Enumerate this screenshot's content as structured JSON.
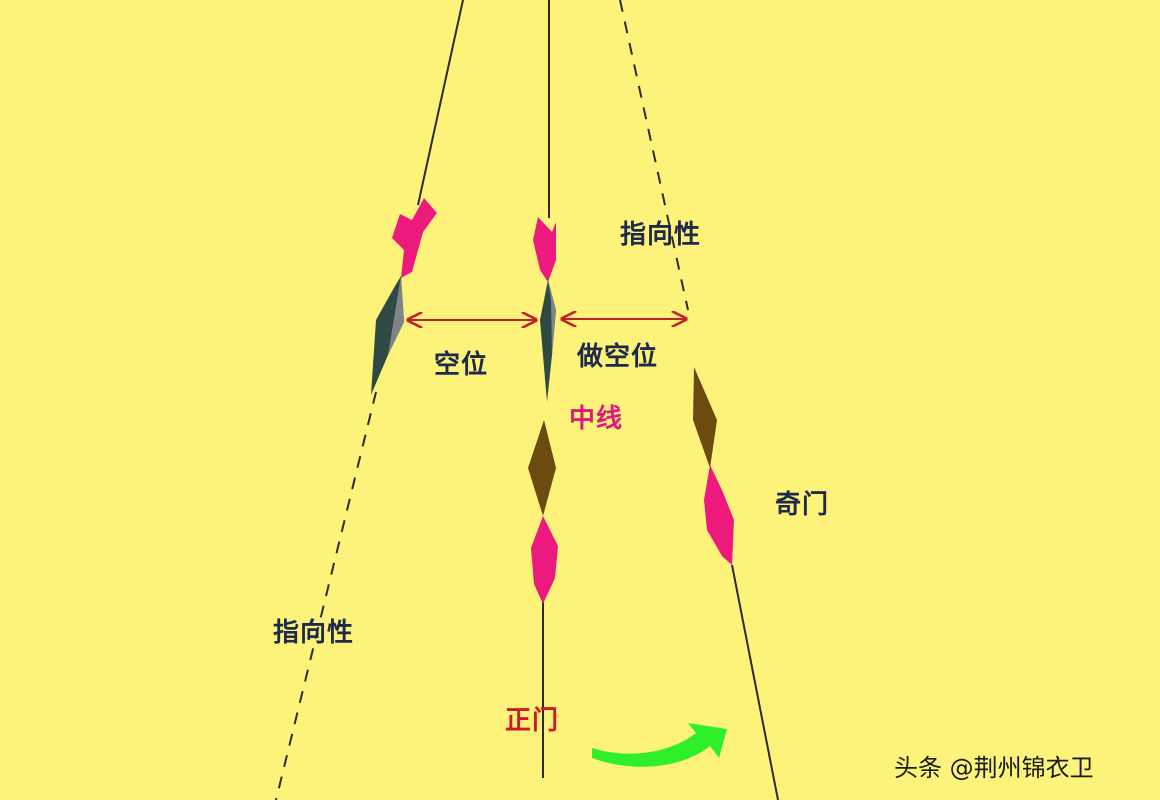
{
  "labels": {
    "directivity_top": "指向性",
    "directivity_bottom": "指向性",
    "empty_position": "空位",
    "make_empty_position": "做空位",
    "center_line": "中线",
    "odd_door": "奇门",
    "main_door": "正门"
  },
  "watermark": "头条 @荆州锦衣卫",
  "colors": {
    "background": "#fdf37b",
    "line": "#2b2b2b",
    "magenta": "#ec1a7d",
    "measure_arrow": "#c0202a",
    "green_arrow": "#2ef02a",
    "lure_dark": "#2f4a44",
    "lure_brown": "#6b4b10",
    "label_dark": "#1d2a4a"
  }
}
